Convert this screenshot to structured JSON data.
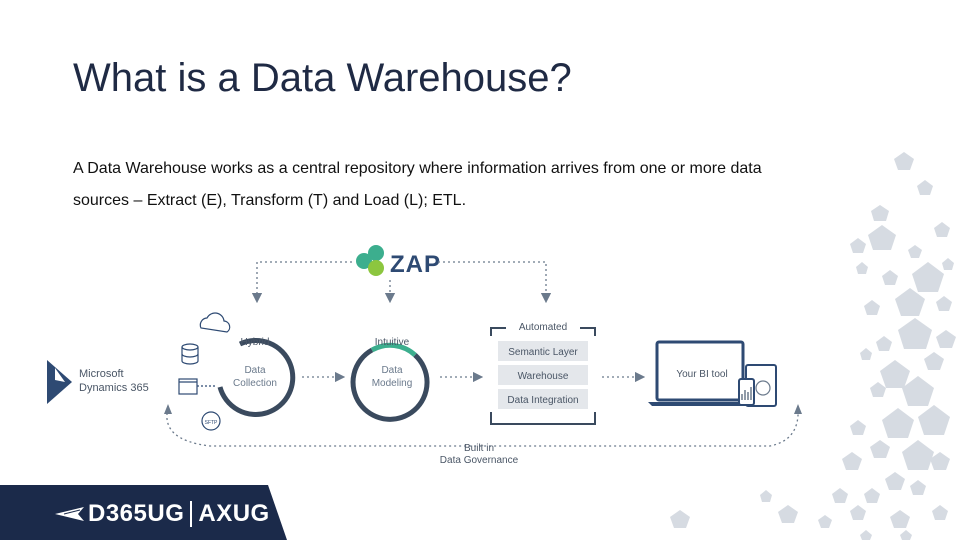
{
  "slide": {
    "title": "What is a Data Warehouse?",
    "body_line1": "A Data Warehouse works as a central repository where information arrives from one or more data",
    "body_line2": "sources – Extract (E), Transform (T) and Load (L); ETL."
  },
  "diagram": {
    "brand": "ZAP",
    "source": {
      "line1": "Microsoft",
      "line2": "Dynamics 365"
    },
    "hybrid": {
      "tag": "Hybrid",
      "line1": "Data",
      "line2": "Collection"
    },
    "intuitive": {
      "tag": "Intuitive",
      "line1": "Data",
      "line2": "Modeling"
    },
    "automated": {
      "tag": "Automated",
      "layers": [
        "Semantic Layer",
        "Warehouse",
        "Data Integration"
      ]
    },
    "bi_tool": "Your BI tool",
    "governance": {
      "line1": "Built in",
      "line2": "Data Governance"
    },
    "sftp_label": "SFTP"
  },
  "footer": {
    "brand_left": "D365UG",
    "brand_right": "AXUG"
  },
  "colors": {
    "title": "#1f2a44",
    "footer_band": "#1b2a4a",
    "zap_green": "#3cae8e",
    "zap_lime": "#8cc63f",
    "diagram_blue": "#2e4a73",
    "diagram_gray": "#6b7a8c",
    "arrow_gray": "#8a96a6"
  }
}
